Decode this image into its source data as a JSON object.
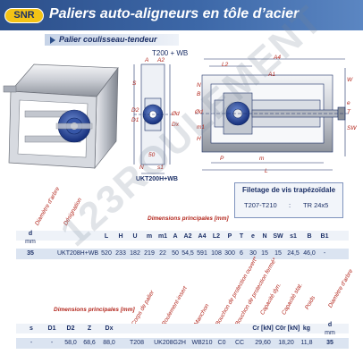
{
  "header": {
    "logo": "SNR",
    "title": "Paliers auto-aligneurs en tôle d’acier"
  },
  "subtitle": "Palier coulisseau-tendeur",
  "series_label": "T200 + WB",
  "drawing_caption": "UKT200H+WB",
  "drawing_dims": {
    "top": [
      "L2",
      "A4",
      "A",
      "A2"
    ],
    "left": [
      "N",
      "B",
      "Ød",
      "m1",
      "H"
    ],
    "mid": [
      "S",
      "D2",
      "D1",
      "Ød",
      "Dx",
      "50",
      "s1",
      "N"
    ],
    "right": [
      "W",
      "e",
      "T",
      "SW"
    ],
    "bottom": [
      "P",
      "m",
      "L"
    ],
    "center": [
      "A1"
    ]
  },
  "thread": {
    "title": "Filetage de vis trapézoïdale",
    "range": "T207-T210",
    "sep": ":",
    "spec": "TR 24x5"
  },
  "section1": {
    "left_headers": [
      "Diamètre d’arbre",
      "Désignation"
    ],
    "group_label": "Dimensions principales [mm]",
    "unit_col": [
      "d",
      "mm"
    ],
    "col_headers": [
      "L",
      "H",
      "U",
      "m",
      "m1",
      "A",
      "A2",
      "A4",
      "L2",
      "P",
      "T",
      "e",
      "N",
      "SW",
      "s1",
      "B",
      "B1"
    ],
    "row": {
      "d": "35",
      "designation": "UKT208H+WB",
      "values": [
        "520",
        "233",
        "182",
        "219",
        "22",
        "50",
        "54,5",
        "591",
        "108",
        "300",
        "6",
        "30",
        "15",
        "15",
        "24,5",
        "46,0",
        "-"
      ]
    }
  },
  "section2": {
    "group_label": "Dimensions principales [mm]",
    "col_headers": [
      "s",
      "D1",
      "D2",
      "Z",
      "Dx"
    ],
    "rot_headers": [
      "Corps de palier",
      "Roulement-insert",
      "Manchon",
      "Bouchon de protection ouvert*",
      "Bouchon de protection fermé*",
      "Capacité dyn.",
      "Capacité stat.",
      "Poids",
      "Diamètre d’arbre"
    ],
    "unit_headers": [
      "Cr [kN]",
      "C0r [kN]",
      "kg",
      "d",
      "mm"
    ],
    "row": [
      "-",
      "-",
      "58,0",
      "68,6",
      "88,0",
      "T208",
      "UK208G2H",
      "WB210",
      "C0",
      "CC",
      "29,60",
      "18,20",
      "11,8",
      "35"
    ]
  },
  "watermark": "123ROULEMENT",
  "colors": {
    "header": "#2c4f8a",
    "logo": "#f3c316",
    "label_red": "#b3271d",
    "table_row": "#dbe4f1",
    "text": "#1b2f66"
  }
}
